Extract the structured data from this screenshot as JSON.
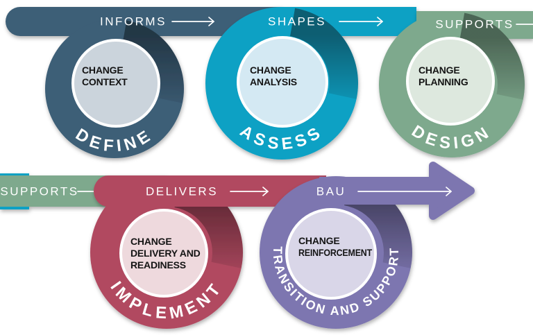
{
  "diagram": {
    "description": "Change management spiral process diagram",
    "wrap_band": {
      "label": "SUPPORTS"
    },
    "units": [
      {
        "stage_label": "DEFINE",
        "band_label": "INFORMS",
        "inner_lines": [
          "CHANGE",
          "CONTEXT"
        ],
        "color": "#3d5e77",
        "inner_color": "#cbd4dc"
      },
      {
        "stage_label": "ASSESS",
        "band_label": "SHAPES",
        "inner_lines": [
          "CHANGE",
          "ANALYSIS"
        ],
        "color": "#10a1c4",
        "inner_color": "#d4e9f3"
      },
      {
        "stage_label": "DESIGN",
        "band_label": "SUPPORTS",
        "inner_lines": [
          "CHANGE",
          "PLANNING"
        ],
        "color": "#7ea98d",
        "inner_color": "#dde8de"
      },
      {
        "stage_label": "IMPLEMENT",
        "band_label": "DELIVERS",
        "inner_lines": [
          "CHANGE",
          "DELIVERY AND",
          "READINESS"
        ],
        "color": "#b14a61",
        "inner_color": "#eed9dd"
      },
      {
        "stage_label": "TRANSITION AND SUPPORT",
        "band_label": "BAU",
        "inner_lines": [
          "CHANGE",
          "REINFORCEMENT"
        ],
        "color": "#7d76b0",
        "inner_color": "#d9d6e8"
      }
    ]
  }
}
